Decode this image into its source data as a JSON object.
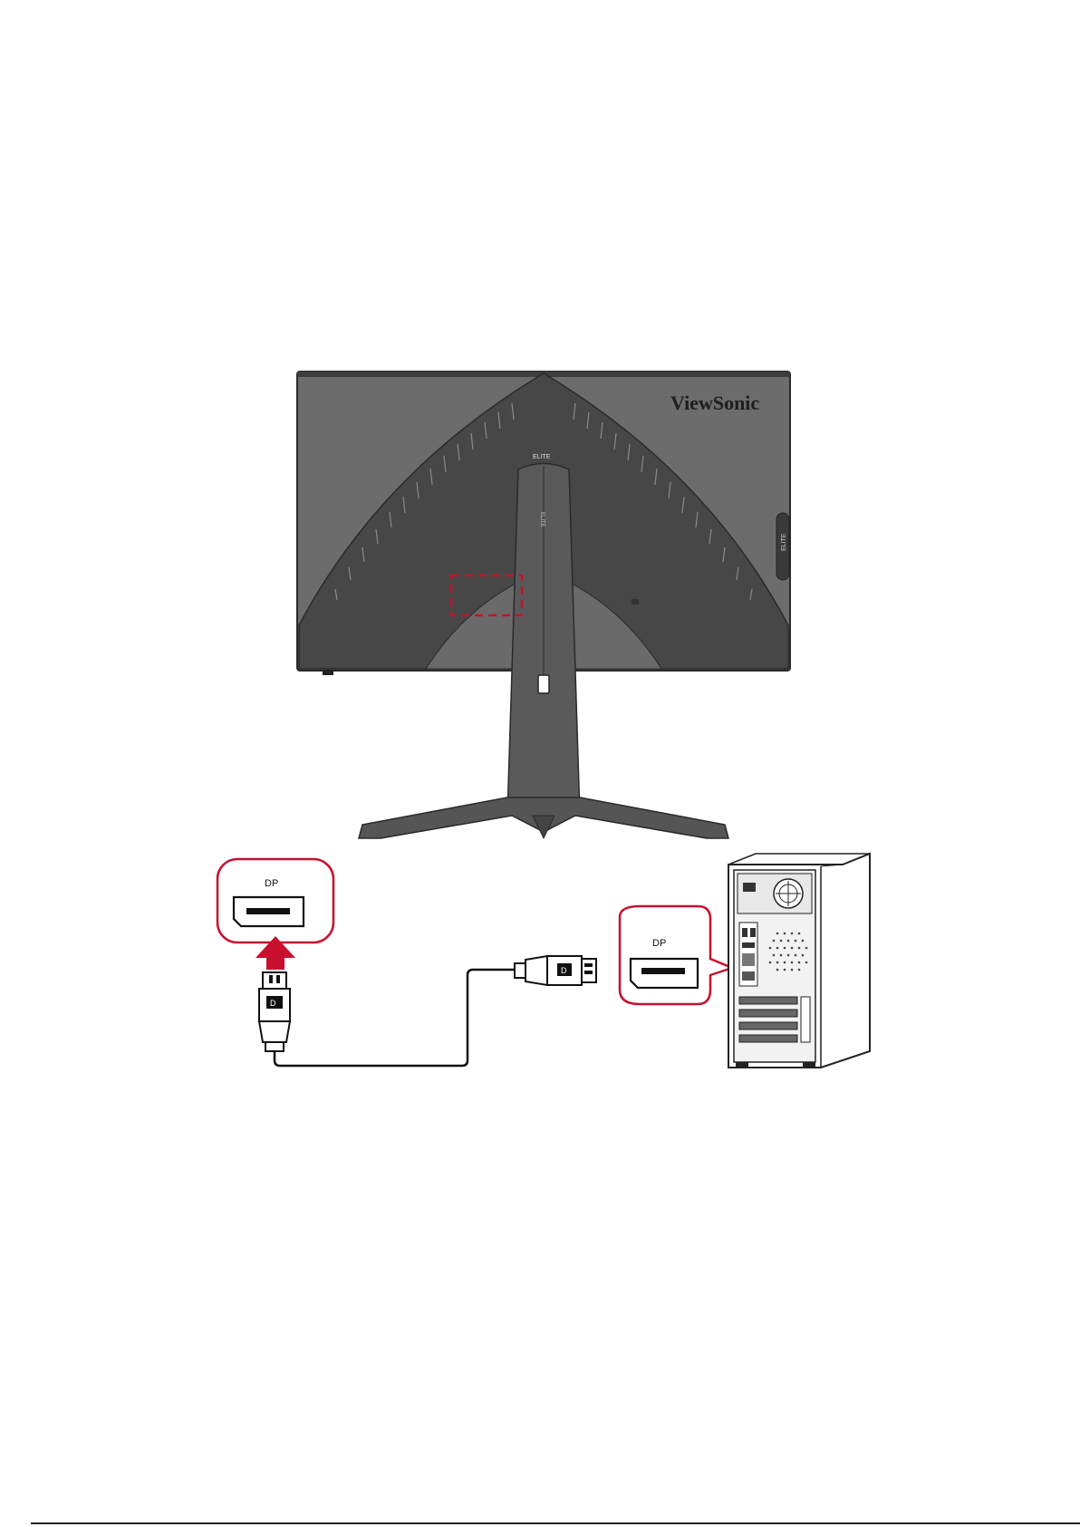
{
  "monitor": {
    "brand": "ViewSonic",
    "badge": "ELITE"
  },
  "callouts": {
    "monitor_port_label": "DP",
    "pc_port_label": "DP"
  },
  "colors": {
    "callout_red": "#c8102e",
    "monitor_body": "#6e6e6e",
    "monitor_dark": "#474747",
    "stand": "#5a5a5a",
    "outline": "#222222"
  }
}
